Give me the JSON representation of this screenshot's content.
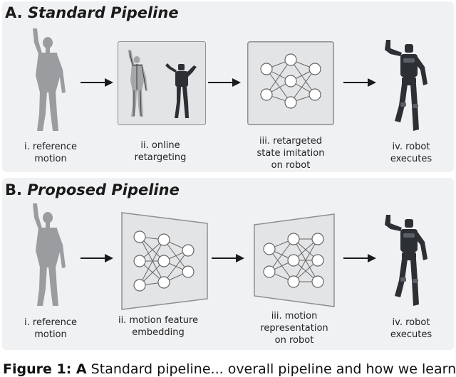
{
  "sections": [
    {
      "letter": "A.",
      "title": "Standard Pipeline",
      "steps": [
        "i. reference\nmotion",
        "ii. online\nretargeting",
        "iii. retargeted\nstate imitation\non robot",
        "iv. robot\nexecutes"
      ]
    },
    {
      "letter": "B.",
      "title": "Proposed Pipeline",
      "steps": [
        "i. reference\nmotion",
        "ii. motion feature\nembedding",
        "iii. motion\nrepresentation\non robot",
        "iv. robot\nexecutes"
      ]
    }
  ],
  "caption": {
    "bold": "Figure 1: A",
    "rest": " Standard pipeline... overall pipeline and how we learn"
  },
  "colors": {
    "panel": "#f0f1f3",
    "box": "#e3e4e6",
    "node": "#ffffff",
    "edge": "#666666",
    "human": "#9a9c9f",
    "robot": "#2c2f33"
  }
}
